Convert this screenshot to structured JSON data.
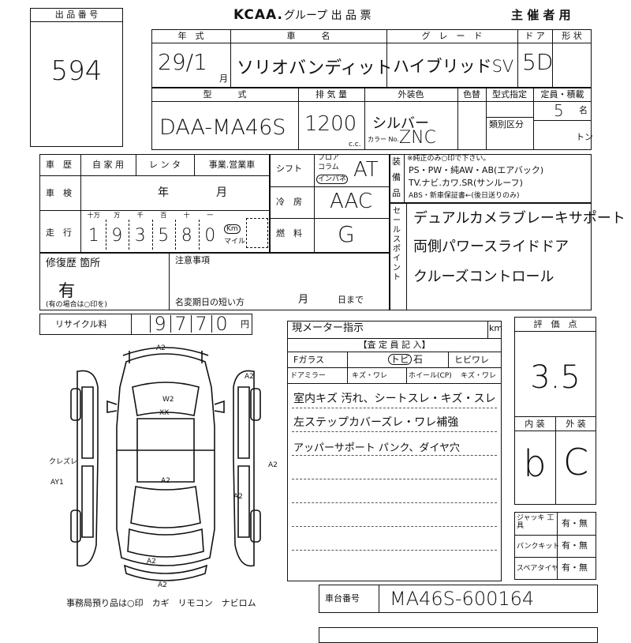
{
  "header": {
    "lot_label": "出 品 番 号",
    "lot_number": "594",
    "form_title": "グループ 出 品 票",
    "org_right": "主 催 者 用"
  },
  "row1": {
    "year_label": "年　式",
    "name_label": "車　　　名",
    "grade_label": "グ　レ　ー　ド",
    "door_label": "ド ア",
    "shape_label": "形 状",
    "year_value": "29/1",
    "month_suffix": "月",
    "car_name": "ソリオバンディット",
    "grade_value": "ハイブリッドSV",
    "door_value": "5D"
  },
  "row2": {
    "model_label": "型　　　式",
    "displacement_label": "排 気 量",
    "ext_color_label": "外装色",
    "color_change_label": "色替",
    "model_designation_label": "型式指定",
    "capacity_label": "定員・積載",
    "category_label": "類別区分",
    "model_value": "DAA-MA46S",
    "displacement_value": "1200",
    "cc_unit": "c.c.",
    "ext_color_value": "シルバー",
    "color_no_label": "カラー No.",
    "color_no_value": "ZNC",
    "capacity_value": "5",
    "capacity_unit": "名",
    "ton_unit": "トン"
  },
  "history": {
    "label": "車　歴",
    "opt_private": "自 家 用",
    "opt_rental": "レ ン タ",
    "opt_business": "事業.営業車",
    "inspection_label": "車　検",
    "year_unit": "年",
    "month_unit": "月",
    "mileage_label": "走　行",
    "digit_units": [
      "十万",
      "万",
      "千",
      "百",
      "十",
      "一"
    ],
    "mileage_digits": [
      "1",
      "9",
      "3",
      "5",
      "8",
      "0"
    ],
    "km_unit": "Km",
    "mile_unit": "マイル"
  },
  "shift": {
    "label": "シフト",
    "floor": "フロア",
    "column": "コラム",
    "instpanel": "インパネ",
    "value": "AT",
    "ac_label": "冷　房",
    "ac_value": "AAC",
    "fuel_label": "燃　料",
    "fuel_value": "G"
  },
  "equipment": {
    "label_chars": [
      "装",
      "備",
      "品"
    ],
    "note": "※純正のみ○印で下さい。",
    "line1": "PS・PW・純AW・AB(エアバック)",
    "line2": "TV.ナビ.カワ.SR(サンルーフ)",
    "line3": "ABS・新車保証書←(後日送りのみ)"
  },
  "sales_point": {
    "label": "セールスポイント",
    "lines": [
      "デュアルカメラブレーキサポート",
      "両側パワースライドドア",
      "クルーズコントロール"
    ]
  },
  "repair": {
    "label": "修復歴 箇所",
    "value": "有",
    "note": "(有の場合は○印を)",
    "notes_label": "注意事項",
    "short_term": "名変期日の短い方",
    "month_unit": "月",
    "day_unit": "日まで"
  },
  "recycle": {
    "label": "リサイクル料",
    "digits": [
      "9",
      "7",
      "7",
      "0"
    ],
    "yen": "円"
  },
  "inspector": {
    "meter_label": "現メーター指示",
    "km": "km",
    "header": "【査 定 員 記 入】",
    "fglass": "Fガラス",
    "tobi": "トビ",
    "ishi": "石",
    "hibi": "ヒビワレ",
    "door_mirror": "ドアミラー",
    "mirror_opts": "キズ・ワレ",
    "wheel": "ホイール(CP)",
    "wheel_opts": "キズ・ワレ",
    "notes": [
      "室内キズ 汚れ、シートスレ・キズ・スレ",
      "左ステップカバーズレ・ワレ補強",
      "アッパーサポート パンク、ダイヤ穴"
    ]
  },
  "score": {
    "label": "評　価　点",
    "value": "3.5",
    "interior_label": "内 装",
    "exterior_label": "外 装",
    "interior_value": "b",
    "exterior_value": "C"
  },
  "tools": [
    {
      "label": "ジャッキ 工具",
      "value": "有・無"
    },
    {
      "label": "パンクキット",
      "value": "有・無"
    },
    {
      "label": "スペアタイヤ",
      "value": "有・無"
    }
  ],
  "chassis": {
    "label": "車台番号",
    "value": "MA46S-600164"
  },
  "diagram": {
    "marks": [
      "A2",
      "A2",
      "W2",
      "XX",
      "A2",
      "A2",
      "A2",
      "クレズレ",
      "AY1",
      "A2",
      "A2"
    ]
  },
  "footer": {
    "office_note": "事務局預り品は○印　カギ　リモコン　ナビロム"
  },
  "colors": {
    "ink": "#111111",
    "paper": "#ffffff"
  }
}
